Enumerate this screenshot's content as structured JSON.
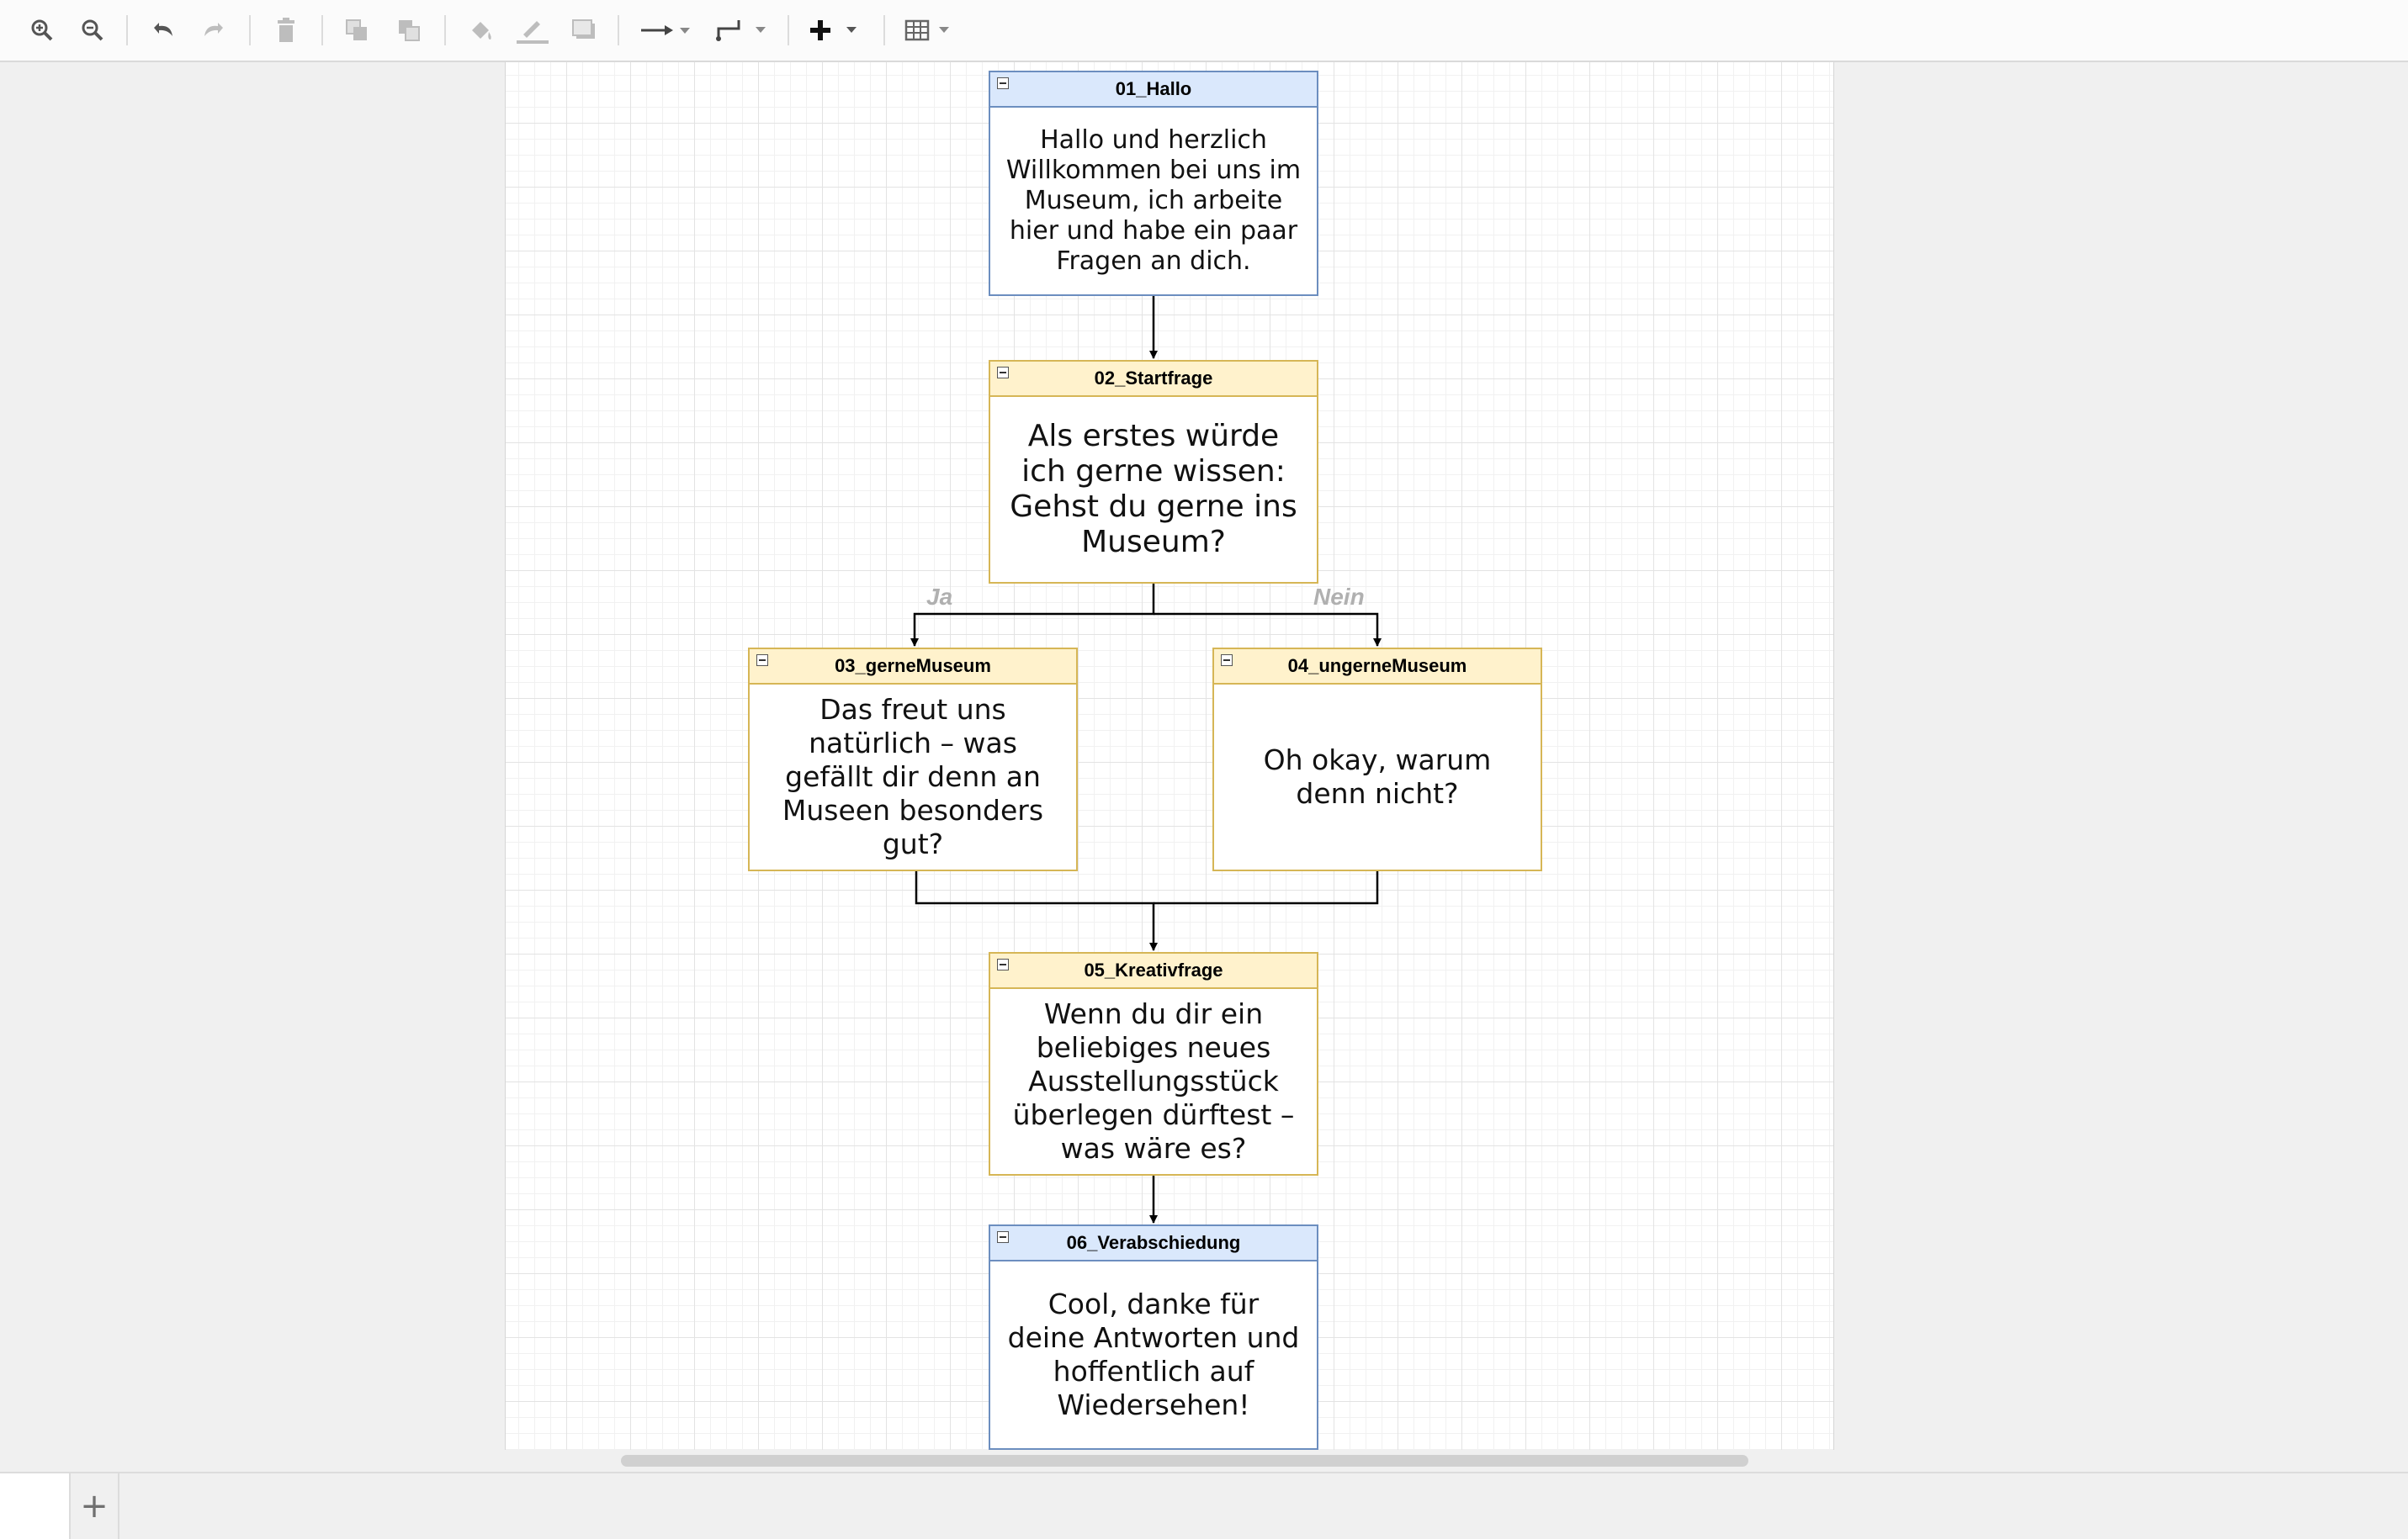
{
  "toolbar": {
    "buttons": [
      {
        "icon": "zoom-in-icon"
      },
      {
        "icon": "zoom-out-icon"
      },
      {
        "icon": "undo-icon"
      },
      {
        "icon": "redo-icon"
      },
      {
        "icon": "delete-icon"
      },
      {
        "icon": "to-front-icon"
      },
      {
        "icon": "to-back-icon"
      },
      {
        "icon": "fill-color-icon"
      },
      {
        "icon": "line-color-icon"
      },
      {
        "icon": "shadow-icon"
      },
      {
        "icon": "connection-arrow-icon"
      },
      {
        "icon": "waypoint-icon"
      },
      {
        "icon": "insert-plus-icon"
      },
      {
        "icon": "table-icon"
      }
    ]
  },
  "diagram": {
    "nodes": [
      {
        "id": "01",
        "title": "01_Hallo",
        "text": "Hallo und herzlich Willkommen bei uns im Museum, ich arbeite hier und habe ein paar Fragen an dich.",
        "style": "blue"
      },
      {
        "id": "02",
        "title": "02_Startfrage",
        "text": "Als erstes würde ich gerne wissen: Gehst du gerne ins Museum?",
        "style": "yellow"
      },
      {
        "id": "03",
        "title": "03_gerneMuseum",
        "text": "Das freut uns natürlich – was gefällt dir denn an Museen besonders gut?",
        "style": "yellow"
      },
      {
        "id": "04",
        "title": "04_ungerneMuseum",
        "text": "Oh okay, warum denn nicht?",
        "style": "yellow"
      },
      {
        "id": "05",
        "title": "05_Kreativfrage",
        "text": "Wenn du dir ein beliebiges neues Ausstellungsstück überlegen dürftest – was wäre es?",
        "style": "yellow"
      },
      {
        "id": "06",
        "title": "06_Verabschiedung",
        "text": "Cool, danke für deine Antworten und hoffentlich auf Wiedersehen!",
        "style": "blue"
      }
    ],
    "edge_labels": {
      "yes": "Ja",
      "no": "Nein"
    },
    "colors": {
      "blue_fill": "#dae8fc",
      "blue_stroke": "#6c8ebf",
      "yellow_fill": "#fff2cc",
      "yellow_stroke": "#d6b656"
    }
  },
  "footer": {
    "add_page_label": "+"
  }
}
